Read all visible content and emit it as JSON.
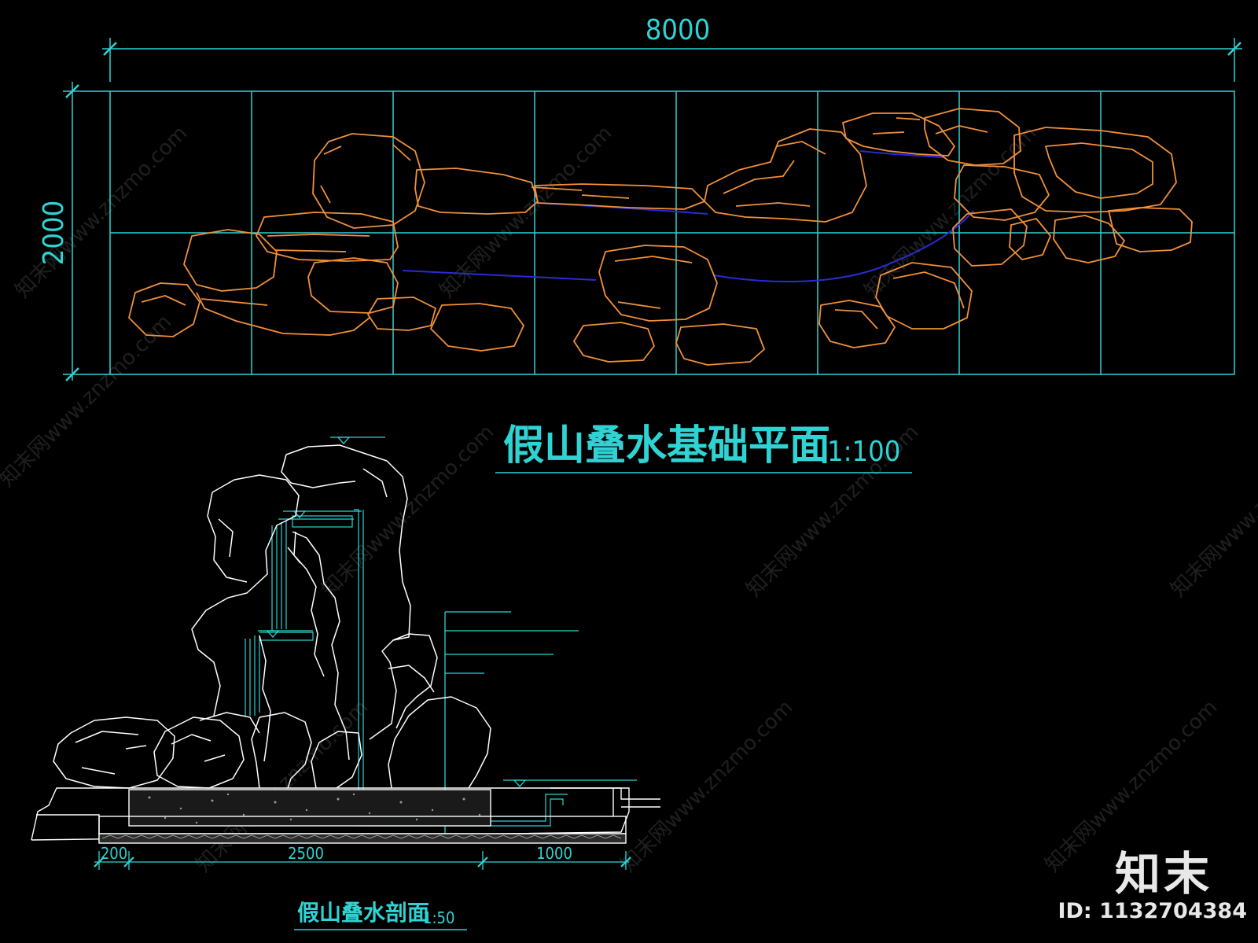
{
  "plan": {
    "width_dim": "8000",
    "height_dim": "2000",
    "title": "假山叠水基础平面",
    "scale": "1:100"
  },
  "section": {
    "dims": [
      "200",
      "2500",
      "1000"
    ],
    "title": "假山叠水剖面",
    "scale": "1:50"
  },
  "watermark": {
    "text": "知末网www.znzmo.com",
    "brand": "知末",
    "id": "ID: 1132704384"
  },
  "colors": {
    "grid": "#2fd3d3",
    "rock_plan": "#f0903a",
    "water": "#2a2ad8",
    "rock_section": "#ffffff",
    "background": "#000000"
  }
}
